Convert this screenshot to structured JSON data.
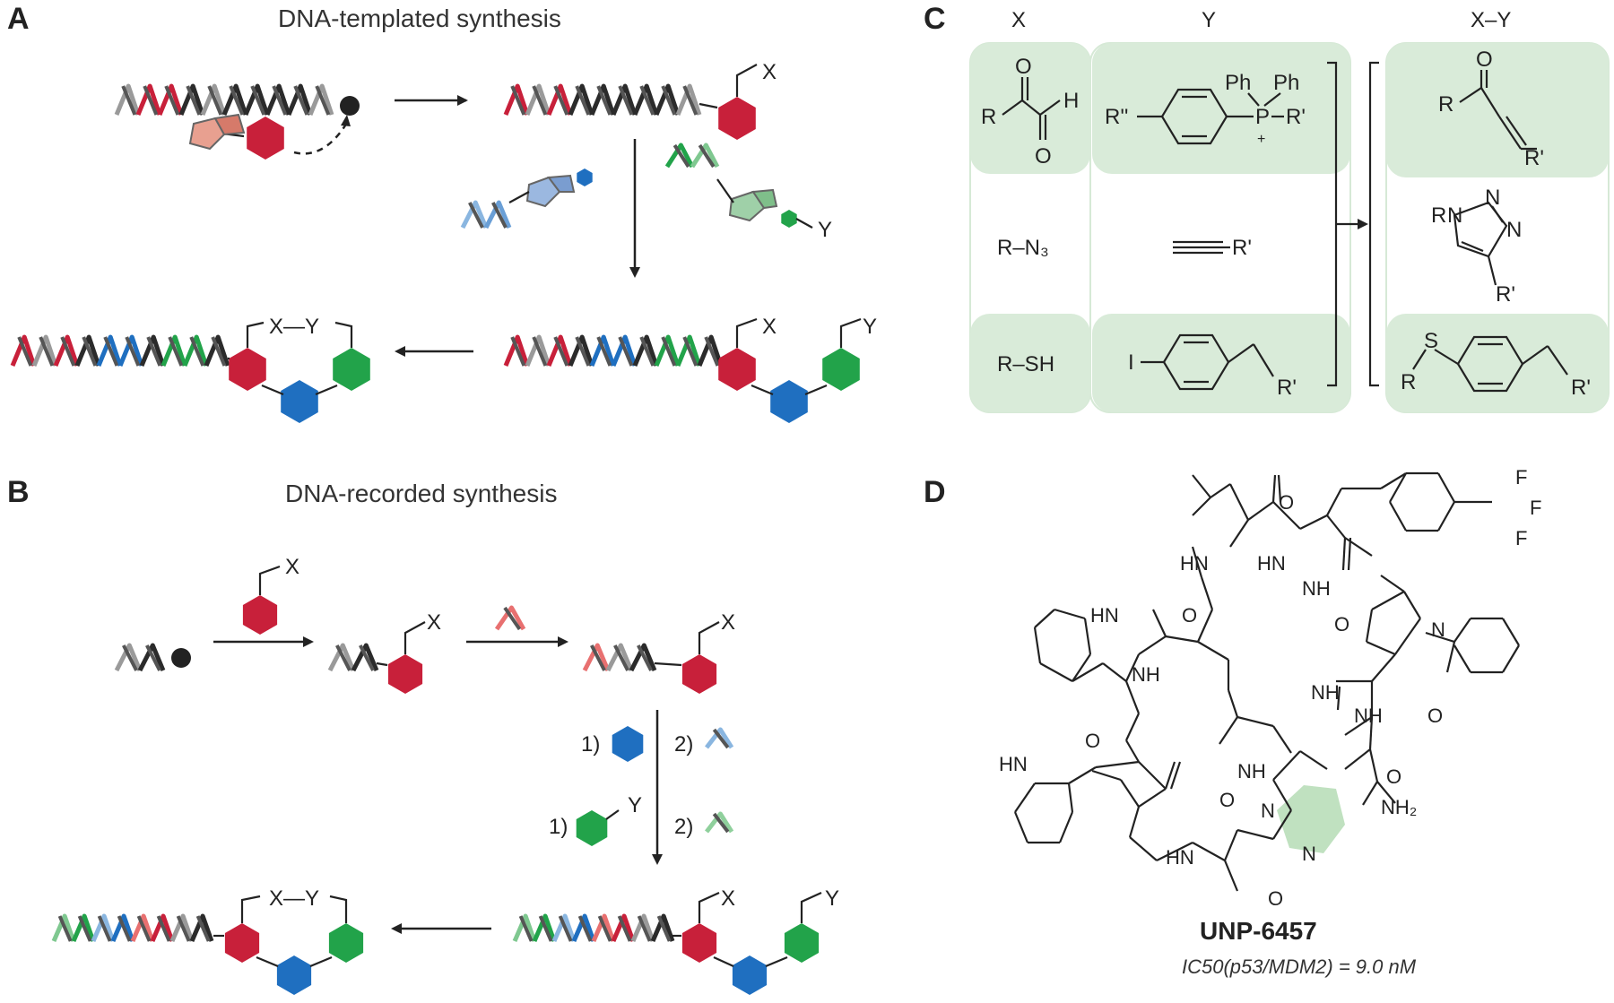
{
  "panels": {
    "A": {
      "label": "A",
      "title": "DNA-templated synthesis"
    },
    "B": {
      "label": "B",
      "title": "DNA-recorded synthesis"
    },
    "C": {
      "label": "C"
    },
    "D": {
      "label": "D"
    }
  },
  "groups": {
    "x": "X",
    "y": "Y",
    "xy": "X–Y",
    "xy_linked": "X—Y"
  },
  "steps": {
    "s1": "1)",
    "s2": "2)"
  },
  "table_c": {
    "headers": [
      "X",
      "Y",
      "X–Y"
    ],
    "rows": [
      {
        "x": "",
        "y": "",
        "product": ""
      },
      {
        "x": "R–N₃",
        "y": "",
        "product": ""
      },
      {
        "x": "R–SH",
        "y": "",
        "product": ""
      }
    ],
    "atoms": {
      "o": "O",
      "h": "H",
      "r": "R",
      "r1": "R'",
      "r2": "R''",
      "ph": "Ph",
      "p": "P",
      "plus": "+",
      "i": "I",
      "s": "S",
      "n": "N"
    }
  },
  "compound": {
    "name": "UNP-6457",
    "activity": "IC50(p53/MDM2) = 9.0 nM",
    "atoms": {
      "hn": "HN",
      "nh": "NH",
      "n": "N",
      "o": "O",
      "f": "F",
      "nh2": "NH₂"
    }
  },
  "colors": {
    "red": "#c8203a",
    "blue": "#1f6fc0",
    "green": "#22a34a",
    "black": "#2b2b2b",
    "gray": "#9a9a9a",
    "highlight": "#cfe6cf"
  }
}
